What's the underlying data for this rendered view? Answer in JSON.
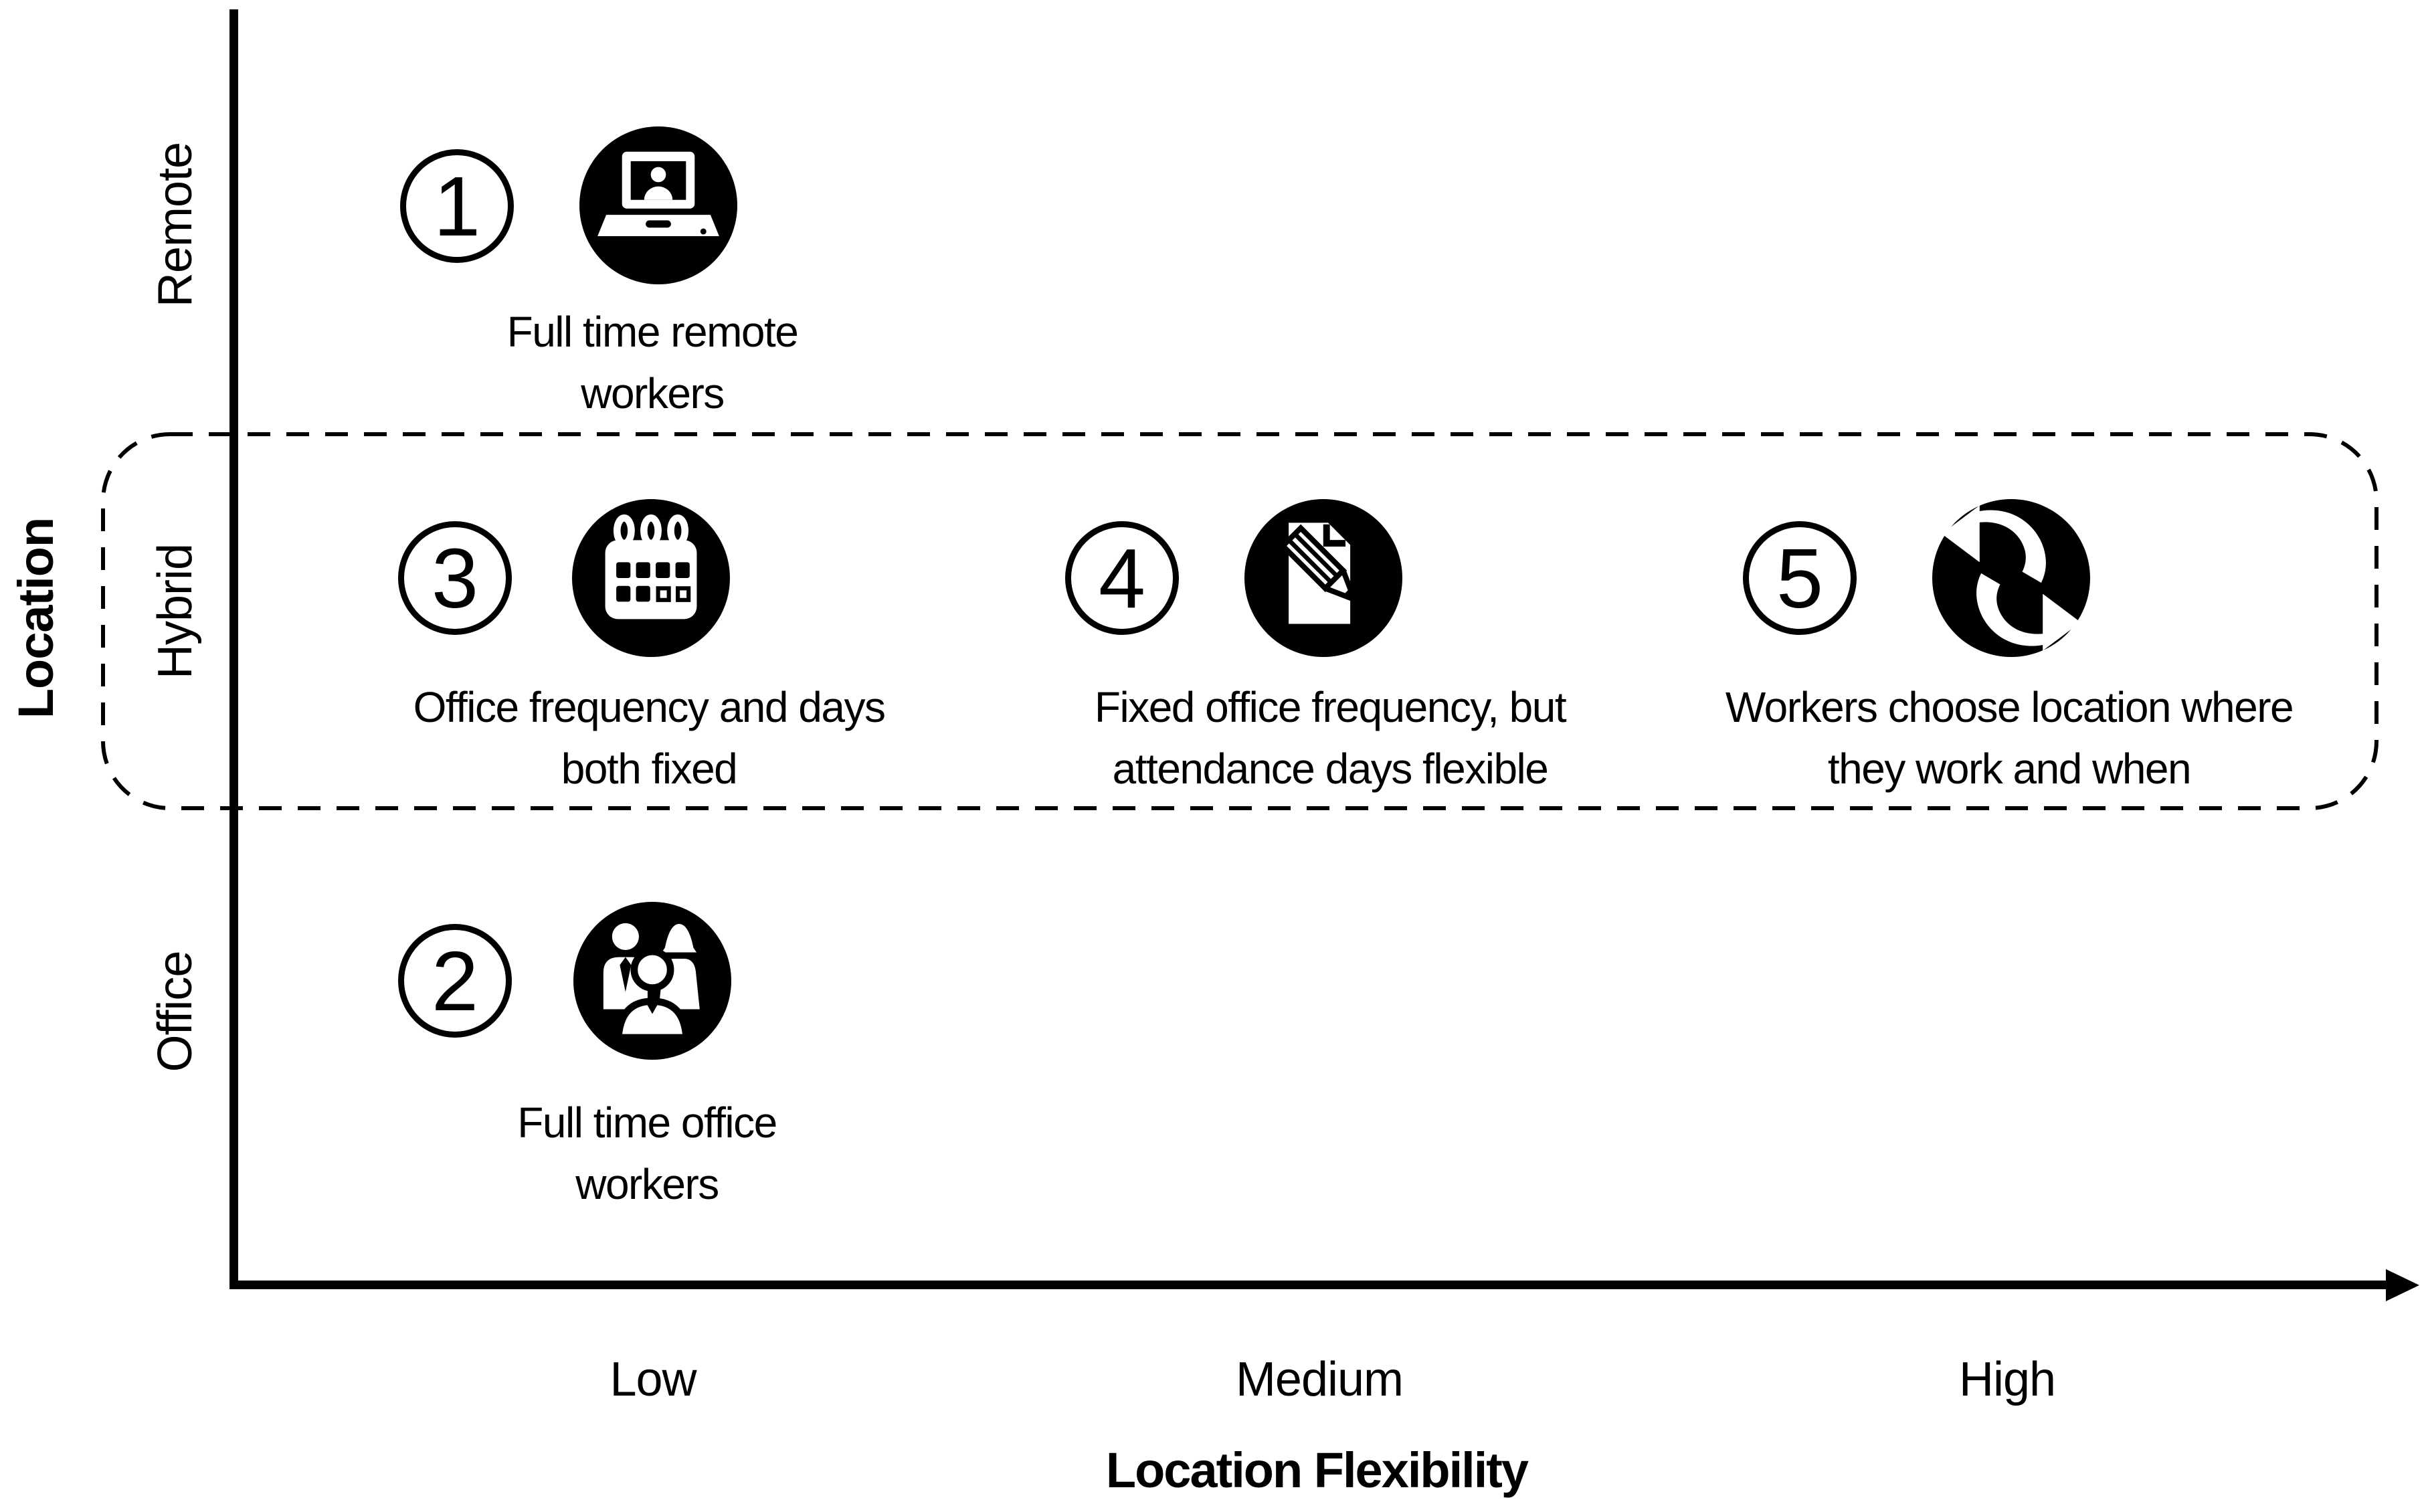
{
  "diagram": {
    "background": "#ffffff",
    "ink": "#000000",
    "y_axis": {
      "title": "Location",
      "labels": [
        "Remote",
        "Hybrid",
        "Office"
      ]
    },
    "x_axis": {
      "title": "Location Flexibility",
      "labels": [
        "Low",
        "Medium",
        "High"
      ]
    },
    "items": [
      {
        "number": "1",
        "icon": "laptop-video-call-icon",
        "lines": [
          "Full time remote",
          "workers"
        ],
        "location": "Remote",
        "flexibility": "Low"
      },
      {
        "number": "2",
        "icon": "office-workers-group-icon",
        "lines": [
          "Full time office",
          "workers"
        ],
        "location": "Office",
        "flexibility": "Low"
      },
      {
        "number": "3",
        "icon": "calendar-icon",
        "lines": [
          "Office frequency and days",
          "both fixed"
        ],
        "location": "Hybrid",
        "flexibility": "Low"
      },
      {
        "number": "4",
        "icon": "document-pencil-icon",
        "lines": [
          "Fixed office frequency, but",
          "attendance days flexible"
        ],
        "location": "Hybrid",
        "flexibility": "Medium"
      },
      {
        "number": "5",
        "icon": "sync-arrows-icon",
        "lines": [
          "Workers choose location where",
          "they work and when"
        ],
        "location": "Hybrid",
        "flexibility": "High"
      }
    ],
    "hybrid_band": {
      "row": "Hybrid",
      "style": "dashed-rounded-rectangle"
    }
  }
}
